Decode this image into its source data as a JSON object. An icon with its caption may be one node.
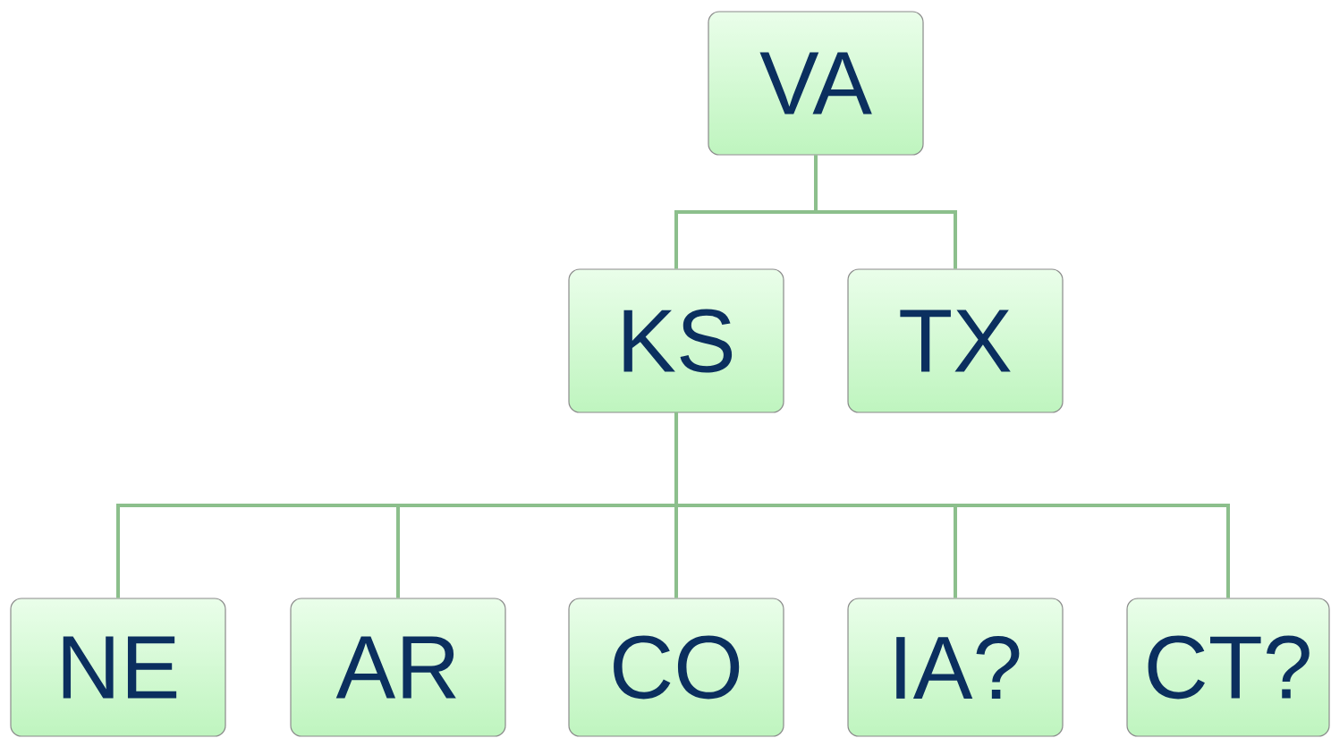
{
  "diagram": {
    "nodes": [
      {
        "text": [
          "VA"
        ]
      },
      {
        "text": [
          "KS"
        ]
      },
      {
        "text": [
          "TX"
        ]
      },
      {
        "text": [
          "NE"
        ]
      },
      {
        "text": [
          "AR"
        ]
      },
      {
        "text": [
          "CO"
        ]
      },
      {
        "text": [
          "IA?"
        ]
      },
      {
        "text": [
          "CT?"
        ]
      }
    ],
    "edges": [
      {
        "from": 0,
        "to": 1,
        "arrow": "none"
      },
      {
        "from": 0,
        "to": 2,
        "arrow": "none"
      },
      {
        "from": 1,
        "to": 3,
        "arrow": "none"
      },
      {
        "from": 1,
        "to": 4,
        "arrow": "none"
      },
      {
        "from": 1,
        "to": 5,
        "arrow": "none"
      },
      {
        "from": 1,
        "to": 6,
        "arrow": "none"
      },
      {
        "from": 1,
        "to": 7,
        "arrow": "none"
      }
    ]
  }
}
